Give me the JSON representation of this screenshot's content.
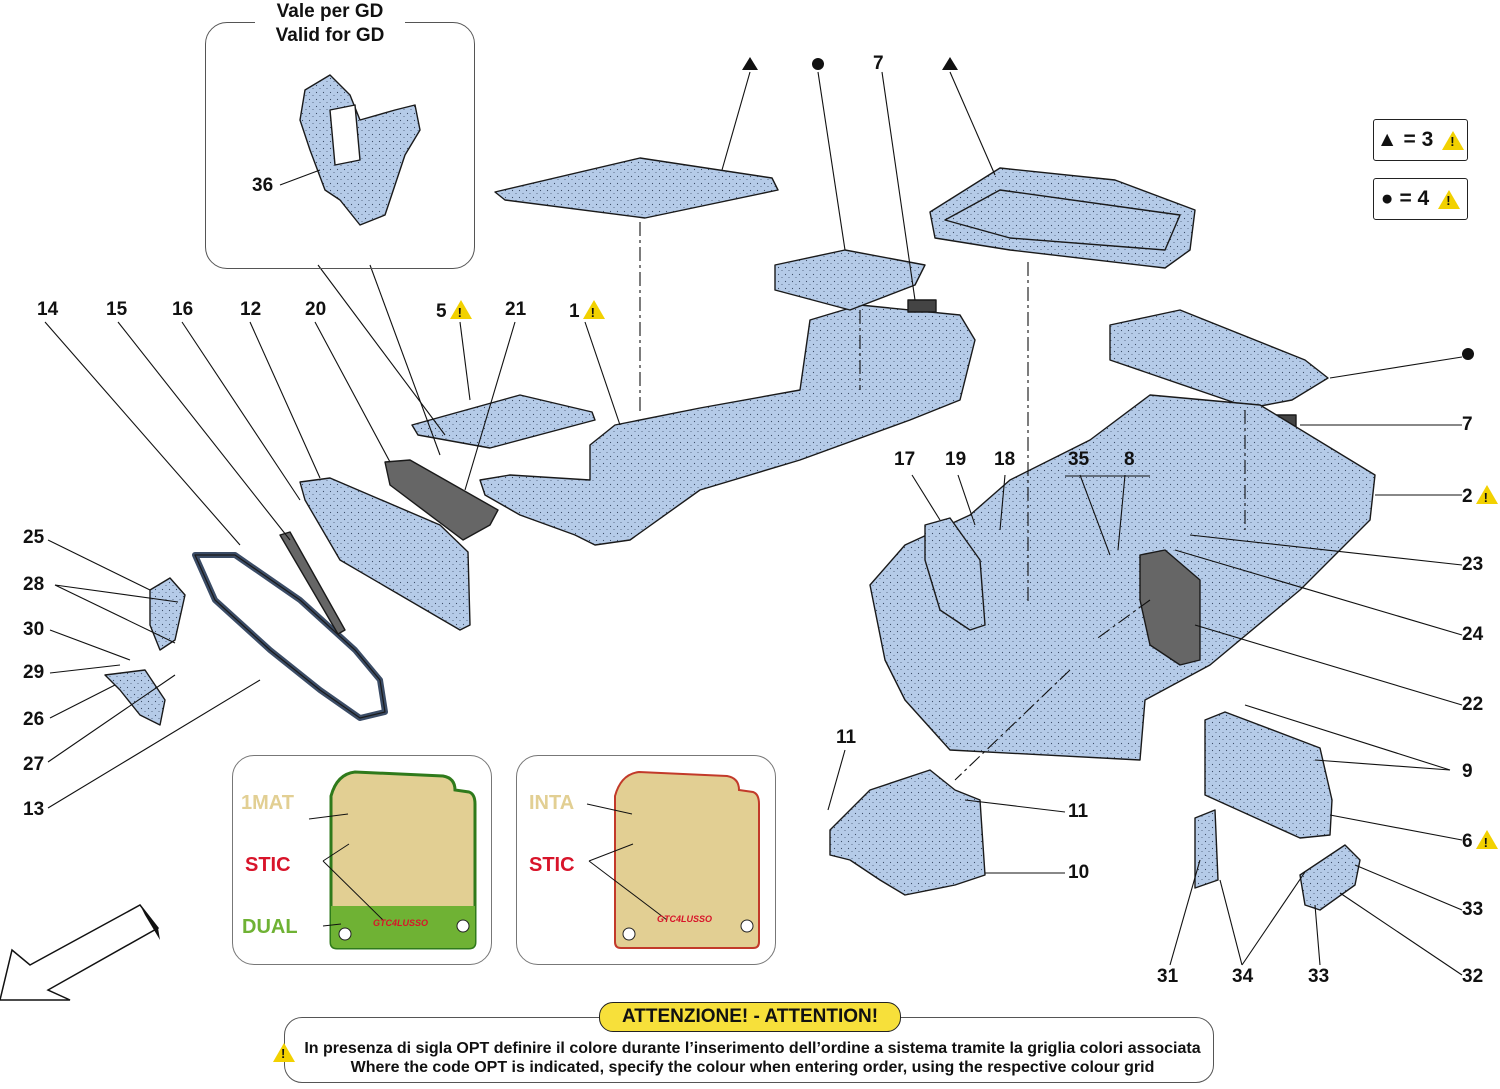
{
  "gd_panel": {
    "line1": "Vale per GD",
    "line2": "Valid for GD"
  },
  "legend": {
    "triangle_text": "= 3",
    "circle_text": "= 4"
  },
  "callouts": {
    "n1": "1",
    "n2": "2",
    "n5": "5",
    "n6": "6",
    "n7a": "7",
    "n7b": "7",
    "n8": "8",
    "n9": "9",
    "n10": "10",
    "n11a": "11",
    "n11b": "11",
    "n12": "12",
    "n13": "13",
    "n14": "14",
    "n15": "15",
    "n16": "16",
    "n17": "17",
    "n18": "18",
    "n19": "19",
    "n20": "20",
    "n21": "21",
    "n22": "22",
    "n23": "23",
    "n24": "24",
    "n25": "25",
    "n26": "26",
    "n27": "27",
    "n28": "28",
    "n29": "29",
    "n30": "30",
    "n31": "31",
    "n32": "32",
    "n33a": "33",
    "n33b": "33",
    "n34": "34",
    "n35": "35",
    "n36": "36"
  },
  "mat_left": {
    "label1": "1MAT",
    "label2": "STIC",
    "label3": "DUAL",
    "logo": "GTC4LUSSO"
  },
  "mat_right": {
    "label1": "INTA",
    "label2": "STIC",
    "logo": "GTC4LUSSO"
  },
  "attention": {
    "title": "ATTENZIONE! - ATTENTION!",
    "line_it": "In presenza di sigla OPT definire il colore durante l’inserimento dell’ordine a sistema tramite la griglia colori associata",
    "line_en": "Where the code OPT is indicated, specify the colour when entering order, using the respective colour grid"
  },
  "colors": {
    "part_fill": "#b5cbe8",
    "mat_fill": "#e2cf93",
    "dual_green": "#6fb234",
    "stic_red": "#d8142a",
    "warning_yellow": "#f2d100"
  }
}
